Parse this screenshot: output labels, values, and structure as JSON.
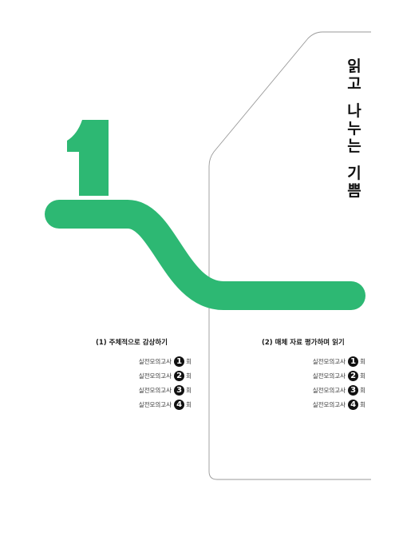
{
  "title_chars": [
    "읽",
    "고",
    "",
    "나",
    "누",
    "는",
    "",
    "기",
    "쁨"
  ],
  "big_number": "1",
  "colors": {
    "accent": "#2db873",
    "outline": "#9a9a9a",
    "text": "#1a1a1a"
  },
  "sections": [
    {
      "heading": "(1) 주체적으로 감상하기",
      "items": [
        {
          "text": "실전모의고사",
          "num": "1",
          "suffix": "회"
        },
        {
          "text": "실전모의고사",
          "num": "2",
          "suffix": "회"
        },
        {
          "text": "실전모의고사",
          "num": "3",
          "suffix": "회"
        },
        {
          "text": "실전모의고사",
          "num": "4",
          "suffix": "회"
        }
      ]
    },
    {
      "heading": "(2) 매체 자료 평가하며 읽기",
      "items": [
        {
          "text": "실전모의고사",
          "num": "1",
          "suffix": "회"
        },
        {
          "text": "실전모의고사",
          "num": "2",
          "suffix": "회"
        },
        {
          "text": "실전모의고사",
          "num": "3",
          "suffix": "회"
        },
        {
          "text": "실전모의고사",
          "num": "4",
          "suffix": "회"
        }
      ]
    }
  ]
}
